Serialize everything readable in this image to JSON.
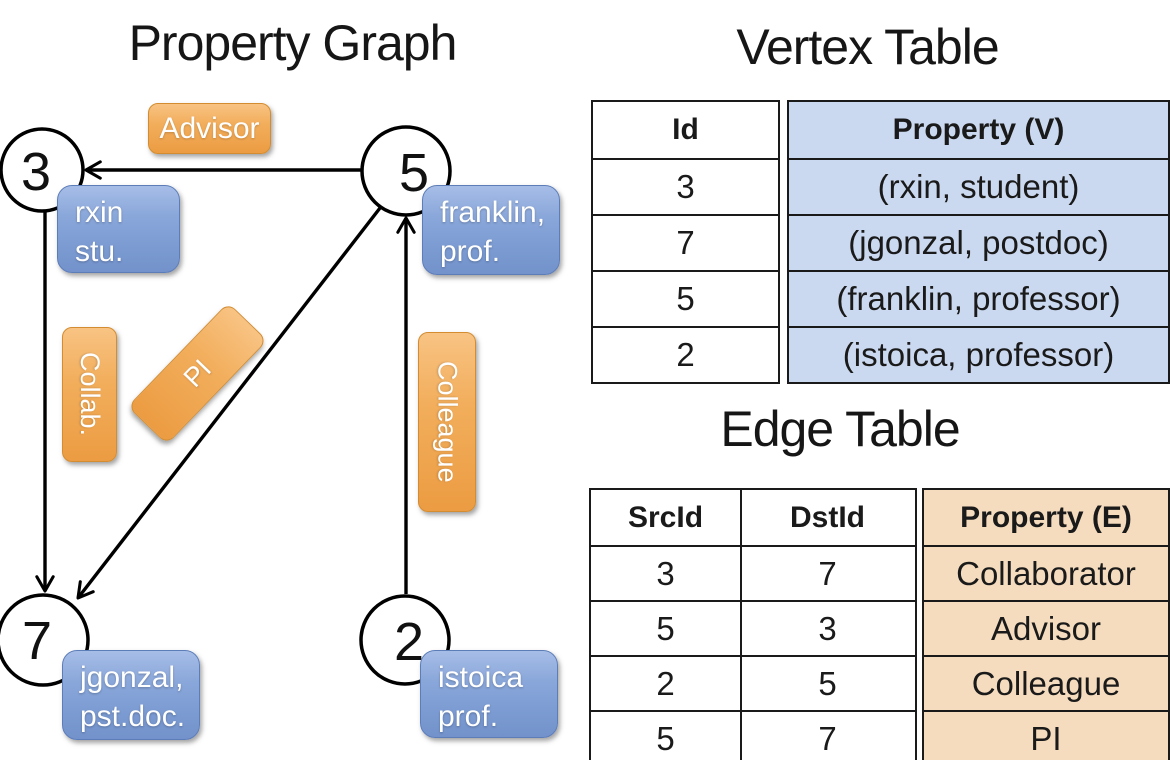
{
  "graph_panel": {
    "title": "Property Graph",
    "nodes": [
      {
        "id": "3",
        "property_lines": [
          "rxin",
          "stu."
        ]
      },
      {
        "id": "5",
        "property_lines": [
          "franklin,",
          "prof."
        ]
      },
      {
        "id": "7",
        "property_lines": [
          "jgonzal,",
          "pst.doc."
        ]
      },
      {
        "id": "2",
        "property_lines": [
          "istoica",
          "prof."
        ]
      }
    ],
    "edge_labels": {
      "advisor": "Advisor",
      "collab": "Collab.",
      "pi": "PI",
      "colleague": "Colleague"
    }
  },
  "vertex_table": {
    "title": "Vertex Table",
    "headers": {
      "id": "Id",
      "property": "Property (V)"
    },
    "rows": [
      {
        "id": "3",
        "property": "(rxin, student)"
      },
      {
        "id": "7",
        "property": "(jgonzal, postdoc)"
      },
      {
        "id": "5",
        "property": "(franklin, professor)"
      },
      {
        "id": "2",
        "property": "(istoica, professor)"
      }
    ]
  },
  "edge_table": {
    "title": "Edge Table",
    "headers": {
      "src": "SrcId",
      "dst": "DstId",
      "property": "Property (E)"
    },
    "rows": [
      {
        "src": "3",
        "dst": "7",
        "property": "Collaborator"
      },
      {
        "src": "5",
        "dst": "3",
        "property": "Advisor"
      },
      {
        "src": "2",
        "dst": "5",
        "property": "Colleague"
      },
      {
        "src": "5",
        "dst": "7",
        "property": "PI"
      }
    ]
  },
  "colors": {
    "edge_label_fill": "#EFA64C",
    "node_property_fill": "#82A1D6",
    "vertex_property_column_fill": "#CBD9F0",
    "edge_property_column_fill": "#F5DCBE",
    "table_border": "#1A1A1A",
    "graph_line": "#000000",
    "label_text": "#FFFFFF",
    "text": "#1A1A1A"
  }
}
